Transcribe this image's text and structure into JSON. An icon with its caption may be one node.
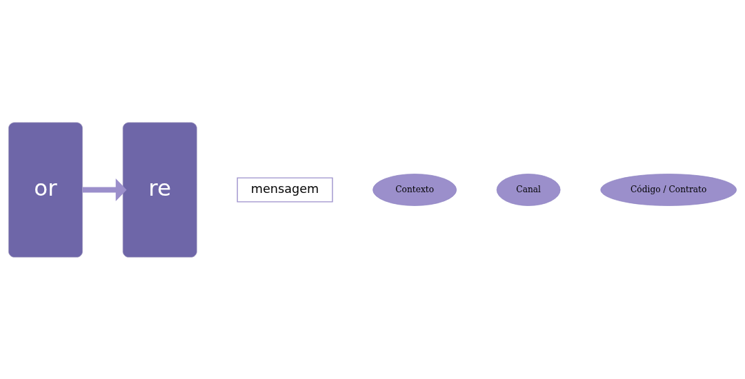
{
  "diagram": {
    "nodes": [
      {
        "text": [
          "or"
        ]
      },
      {
        "text": [
          "mensagem"
        ]
      },
      {
        "text": [
          "re"
        ]
      },
      {
        "text": [
          "Contexto"
        ]
      },
      {
        "text": [
          "Canal"
        ]
      },
      {
        "text": [
          "Código / Contrato"
        ]
      }
    ],
    "edges": [
      {
        "from": 0,
        "to": 2,
        "arrow": "to"
      }
    ]
  }
}
